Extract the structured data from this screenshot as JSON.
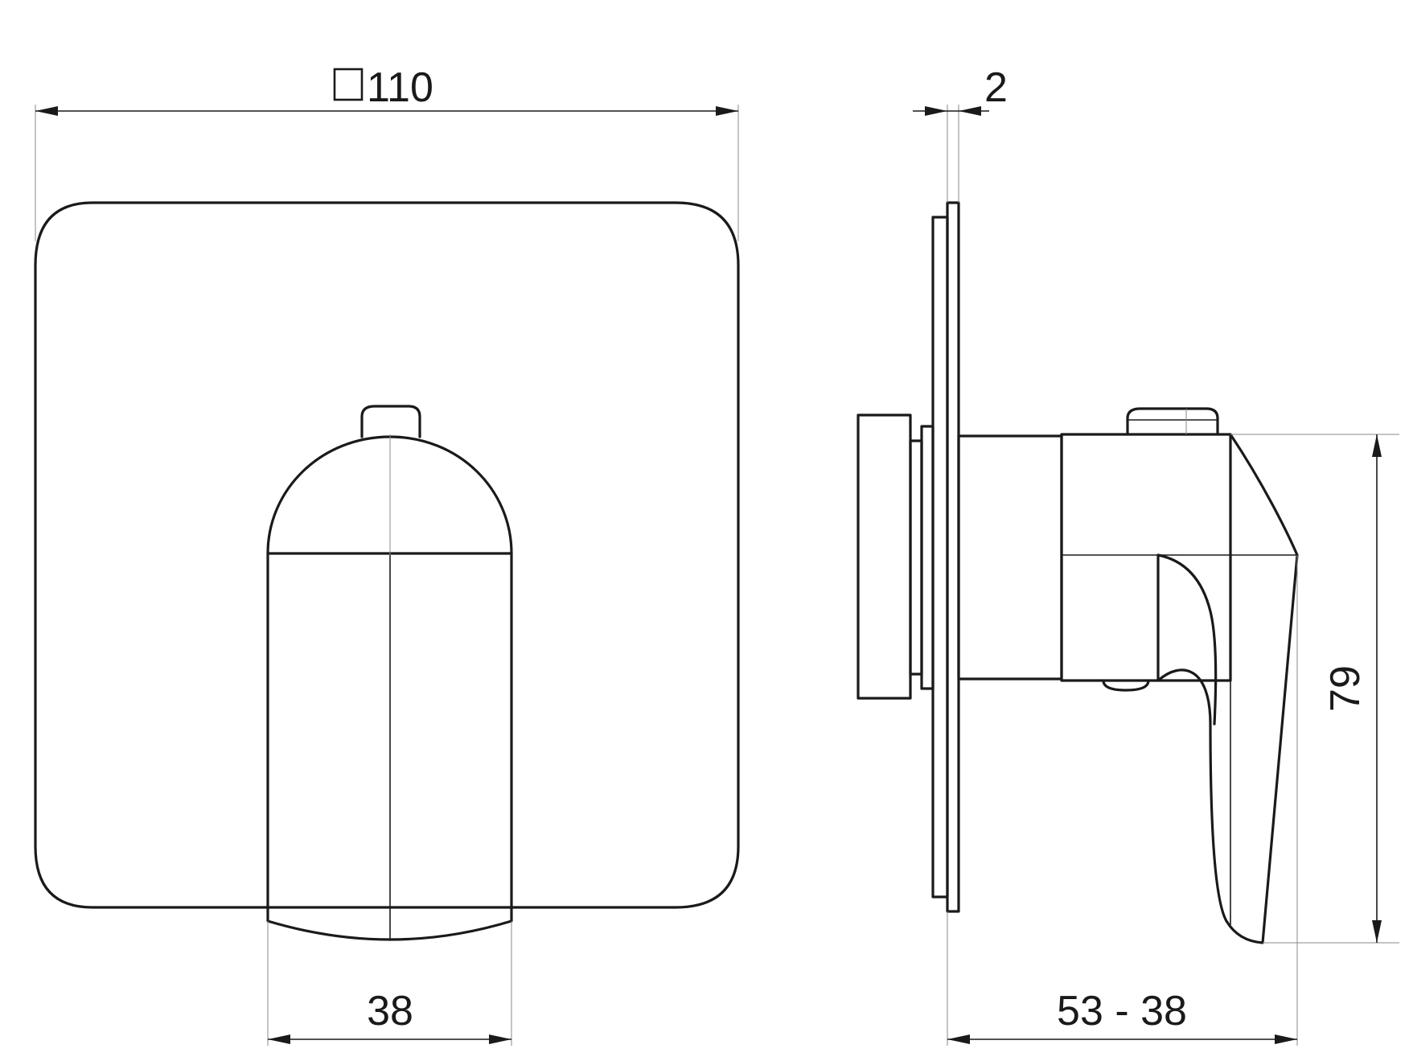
{
  "dimensions": {
    "plate_width": {
      "symbol": "□",
      "value": "110"
    },
    "plate_thickness": "2",
    "handle_width": "38",
    "projection": "53 - 38",
    "handle_height": "79"
  }
}
